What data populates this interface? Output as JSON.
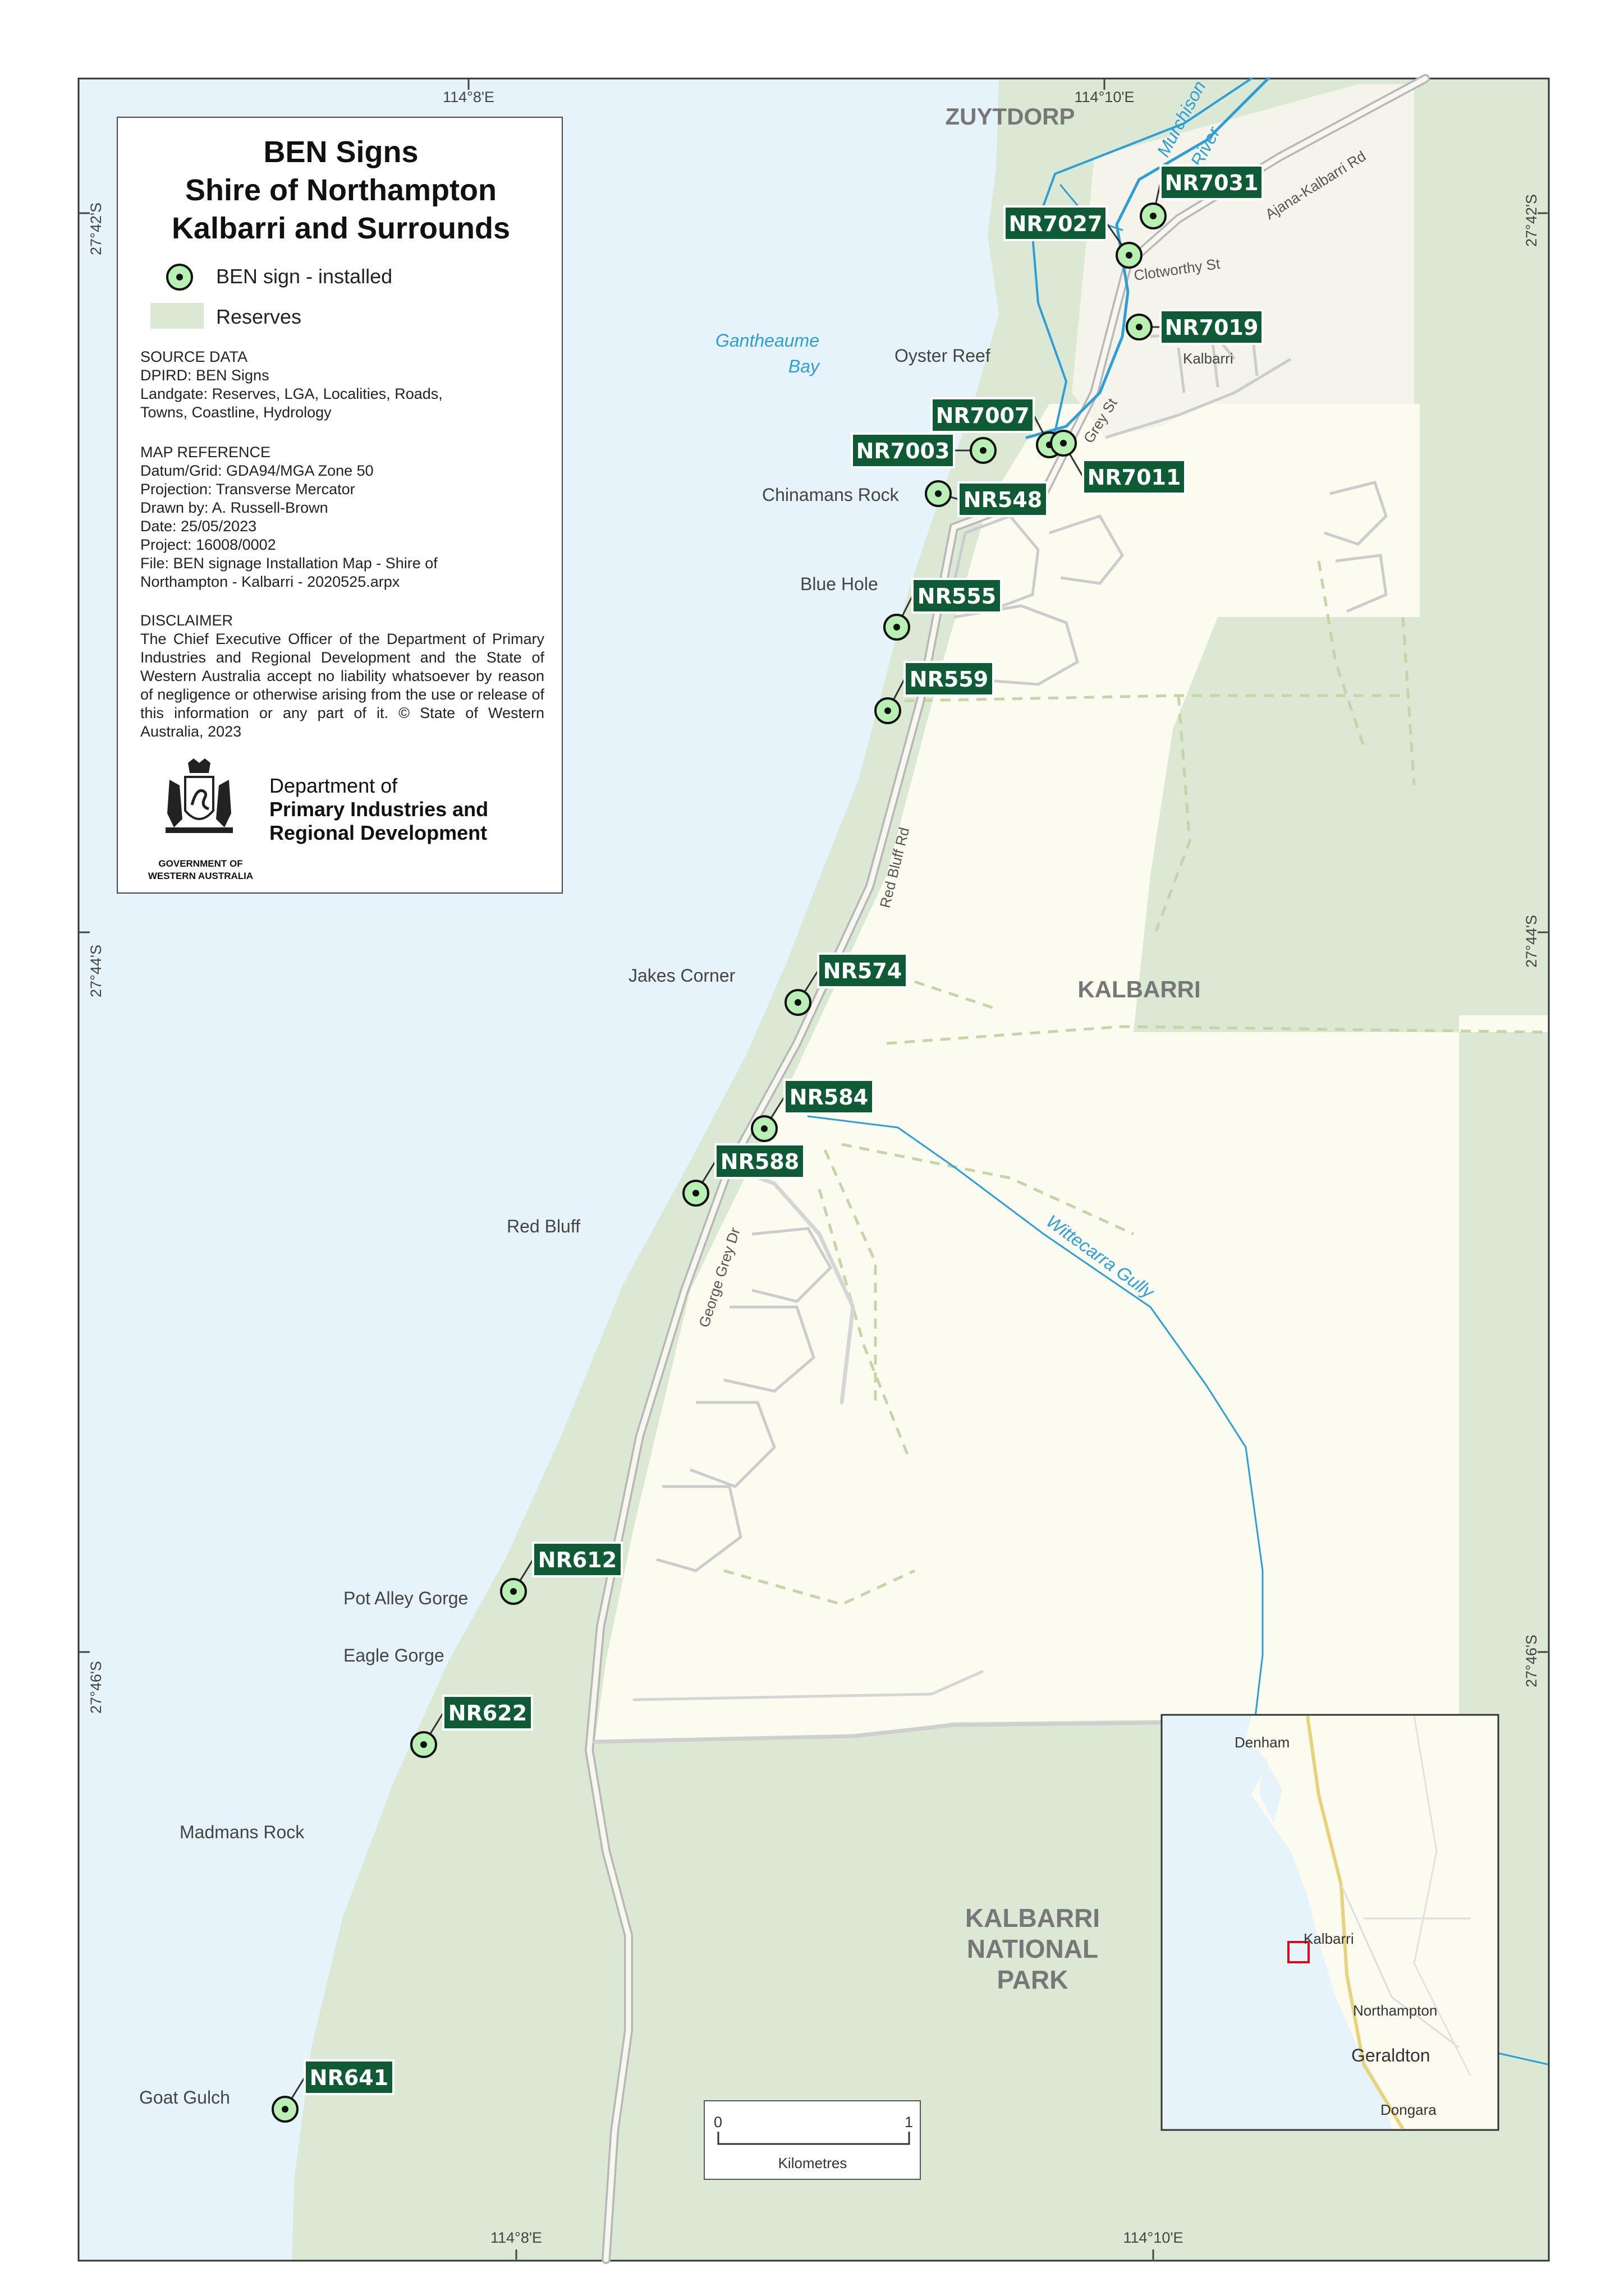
{
  "legend": {
    "title_lines": [
      "BEN Signs",
      "Shire of Northampton",
      "Kalbarri and Surrounds"
    ],
    "sign_label": "BEN sign - installed",
    "reserve_label": "Reserves"
  },
  "source": {
    "heading": "SOURCE DATA",
    "lines": [
      "DPIRD: BEN Signs",
      "Landgate: Reserves, LGA, Localities, Roads,",
      "Towns, Coastline, Hydrology"
    ]
  },
  "map_reference": {
    "heading": "MAP REFERENCE",
    "lines": [
      "Datum/Grid: GDA94/MGA Zone 50",
      "Projection:  Transverse Mercator",
      "Drawn by: A. Russell-Brown",
      "Date: 25/05/2023",
      "Project: 16008/0002",
      "File: BEN signage Installation Map - Shire of",
      "Northampton - Kalbarri - 2020525.arpx"
    ]
  },
  "disclaimer": {
    "heading": "DISCLAIMER",
    "text": "The Chief Executive Officer of the Department of Primary Industries and Regional Development and the State of Western Australia accept no liability whatsoever by reason of negligence or otherwise arising from the use or release of this information or any part of it. © State of Western Australia, 2023"
  },
  "department": {
    "line1": "Department of",
    "line2": "Primary Industries and",
    "line3": "Regional Development",
    "govt_line1": "GOVERNMENT OF",
    "govt_line2": "WESTERN AUSTRALIA"
  },
  "graticule": {
    "top_left": "114°8'E",
    "top_right": "114°10'E",
    "bottom_left": "114°8'E",
    "bottom_right": "114°10'E",
    "lat1": "27°42'S",
    "lat2": "27°44'S",
    "lat3": "27°46'S"
  },
  "localities": {
    "zuytdorp": "ZUYTDORP",
    "kalbarri": "KALBARRI",
    "np1": "KALBARRI",
    "np2": "NATIONAL",
    "np3": "PARK"
  },
  "places": {
    "gantheaume1": "Gantheaume",
    "gantheaume2": "Bay",
    "oyster_reef": "Oyster Reef",
    "kalbarri_town": "Kalbarri",
    "chinamans_rock": "Chinamans Rock",
    "blue_hole": "Blue Hole",
    "jakes_corner": "Jakes Corner",
    "red_bluff": "Red Bluff",
    "pot_alley_gorge": "Pot Alley Gorge",
    "eagle_gorge": "Eagle Gorge",
    "madmans_rock": "Madmans Rock",
    "goat_gulch": "Goat Gulch"
  },
  "water": {
    "murchison1": "Murchison",
    "murchison2": "River",
    "wittecarra": "Wittecarra Gully"
  },
  "roads": {
    "ajana": "Ajana-Kalbarri Rd",
    "clotworthy": "Clotworthy St",
    "grey_st": "Grey St",
    "red_bluff_rd": "Red Bluff Rd",
    "george_grey": "George Grey Dr"
  },
  "signs": [
    {
      "id": "NR7031",
      "value": 1,
      "label": "NR7031"
    },
    {
      "id": "NR7027",
      "value": 1,
      "label": "NR7027"
    },
    {
      "id": "NR7019",
      "value": 1,
      "label": "NR7019"
    },
    {
      "id": "NR7007",
      "value": 1,
      "label": "NR7007"
    },
    {
      "id": "NR7003",
      "value": 1,
      "label": "NR7003"
    },
    {
      "id": "NR7011",
      "value": 1,
      "label": "NR7011"
    },
    {
      "id": "NR548",
      "value": 1,
      "label": "NR548"
    },
    {
      "id": "NR555",
      "value": 1,
      "label": "NR555"
    },
    {
      "id": "NR559",
      "value": 1,
      "label": "NR559"
    },
    {
      "id": "NR574",
      "value": 1,
      "label": "NR574"
    },
    {
      "id": "NR584",
      "value": 1,
      "label": "NR584"
    },
    {
      "id": "NR588",
      "value": 1,
      "label": "NR588"
    },
    {
      "id": "NR612",
      "value": 1,
      "label": "NR612"
    },
    {
      "id": "NR622",
      "value": 1,
      "label": "NR622"
    },
    {
      "id": "NR641",
      "value": 1,
      "label": "NR641"
    }
  ],
  "scale": {
    "zero": "0",
    "one": "1",
    "unit": "Kilometres"
  },
  "inset": {
    "denham": "Denham",
    "kalbarri": "Kalbarri",
    "northampton": "Northampton",
    "geraldton": "Geraldton",
    "dongara": "Dongara"
  },
  "colors": {
    "sea": "#e6f3fa",
    "reserve": "#dbe8d4",
    "land": "#fbfbf0",
    "river": "#2e9fd6",
    "sign_fill": "#b8f0b4",
    "label_bg": "#0e5b36"
  }
}
